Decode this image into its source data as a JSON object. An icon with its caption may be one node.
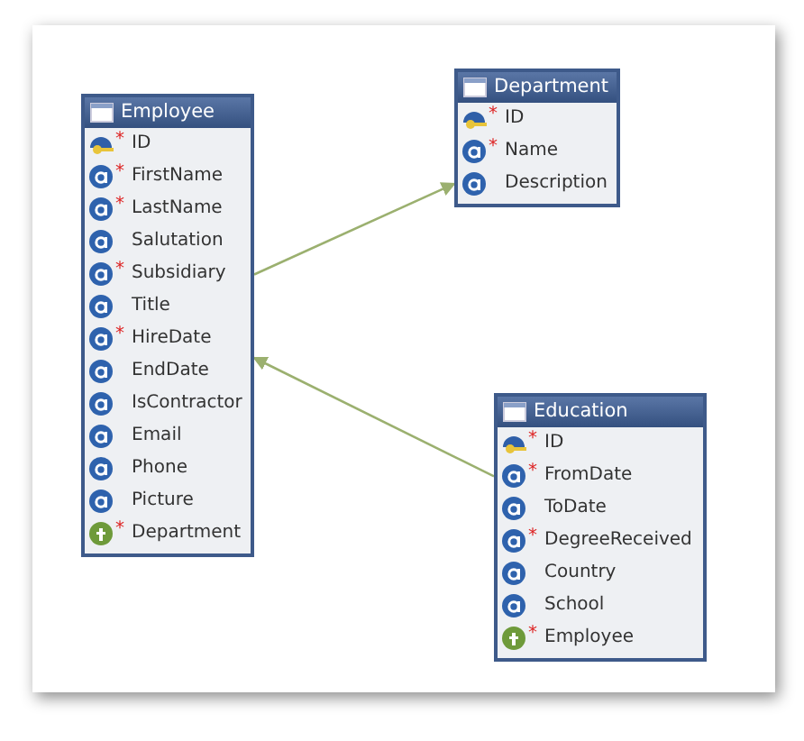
{
  "diagram": {
    "nodes": [
      {
        "text": [
          "Employee"
        ]
      },
      {
        "text": [
          "*",
          "ID"
        ],
        "in": 0
      },
      {
        "text": [
          "*",
          "FirstName"
        ],
        "in": 0
      },
      {
        "text": [
          "*",
          "LastName"
        ],
        "in": 0
      },
      {
        "text": [
          "Salutation"
        ],
        "in": 0
      },
      {
        "text": [
          "*",
          "Subsidiary"
        ],
        "in": 0
      },
      {
        "text": [
          "Title"
        ],
        "in": 0
      },
      {
        "text": [
          "*",
          "HireDate"
        ],
        "in": 0
      },
      {
        "text": [
          "EndDate"
        ],
        "in": 0
      },
      {
        "text": [
          "IsContractor"
        ],
        "in": 0
      },
      {
        "text": [
          "Email"
        ],
        "in": 0
      },
      {
        "text": [
          "Phone"
        ],
        "in": 0
      },
      {
        "text": [
          "Picture"
        ],
        "in": 0
      },
      {
        "text": [
          "*",
          "Department"
        ],
        "in": 0
      },
      {
        "text": [
          "Department"
        ]
      },
      {
        "text": [
          "*",
          "ID"
        ],
        "in": 14
      },
      {
        "text": [
          "*",
          "Name"
        ],
        "in": 14
      },
      {
        "text": [
          "Description"
        ],
        "in": 14
      },
      {
        "text": [
          "Education"
        ]
      },
      {
        "text": [
          "*",
          "ID"
        ],
        "in": 18
      },
      {
        "text": [
          "*",
          "FromDate"
        ],
        "in": 18
      },
      {
        "text": [
          "ToDate"
        ],
        "in": 18
      },
      {
        "text": [
          "*",
          "DegreeReceived"
        ],
        "in": 18
      },
      {
        "text": [
          "Country"
        ],
        "in": 18
      },
      {
        "text": [
          "School"
        ],
        "in": 18
      },
      {
        "text": [
          "*",
          "Employee"
        ],
        "in": 18
      }
    ],
    "edges": [
      {
        "from": 0,
        "to": 14,
        "arrow": "to",
        "color": "#9bb06f"
      },
      {
        "from": 18,
        "to": 0,
        "arrow": "to",
        "color": "#9bb06f"
      }
    ]
  }
}
